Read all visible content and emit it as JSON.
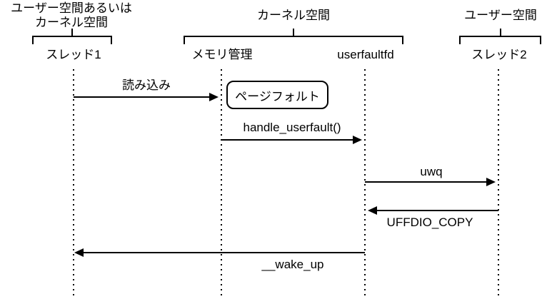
{
  "colors": {
    "background": "#ffffff",
    "line": "#000000",
    "text": "#000000"
  },
  "groups": [
    {
      "label_line1": "ユーザー空間あるいは",
      "label_line2": "カーネル空間"
    },
    {
      "label_line1": "カーネル空間"
    },
    {
      "label_line1": "ユーザー空間"
    }
  ],
  "participants": [
    {
      "name": "スレッド1"
    },
    {
      "name": "メモリ管理"
    },
    {
      "name": "userfaultfd"
    },
    {
      "name": "スレッド2"
    }
  ],
  "note": {
    "label": "ページフォルト"
  },
  "messages": [
    {
      "label": "読み込み",
      "from": "スレッド1",
      "to": "メモリ管理",
      "direction": "right",
      "label_position": "above"
    },
    {
      "label": "handle_userfault()",
      "from": "メモリ管理",
      "to": "userfaultfd",
      "direction": "right",
      "label_position": "above"
    },
    {
      "label": "uwq",
      "from": "userfaultfd",
      "to": "スレッド2",
      "direction": "right",
      "label_position": "above"
    },
    {
      "label": "UFFDIO_COPY",
      "from": "スレッド2",
      "to": "userfaultfd",
      "direction": "left",
      "label_position": "below"
    },
    {
      "label": "__wake_up",
      "from": "userfaultfd",
      "to": "スレッド1",
      "direction": "left",
      "label_position": "below"
    }
  ]
}
